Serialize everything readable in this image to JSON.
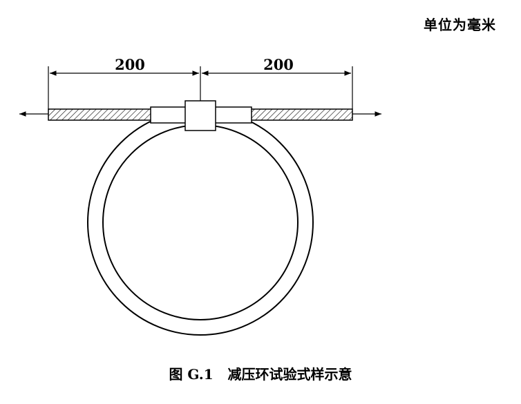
{
  "header": {
    "unit_label": "单位为毫米"
  },
  "diagram": {
    "dimension_left": "200",
    "dimension_right": "200",
    "colors": {
      "line": "#000000",
      "hatch": "#000000",
      "background": "#ffffff"
    }
  },
  "caption": {
    "text": "图 G.1   减压环试验式样示意"
  }
}
